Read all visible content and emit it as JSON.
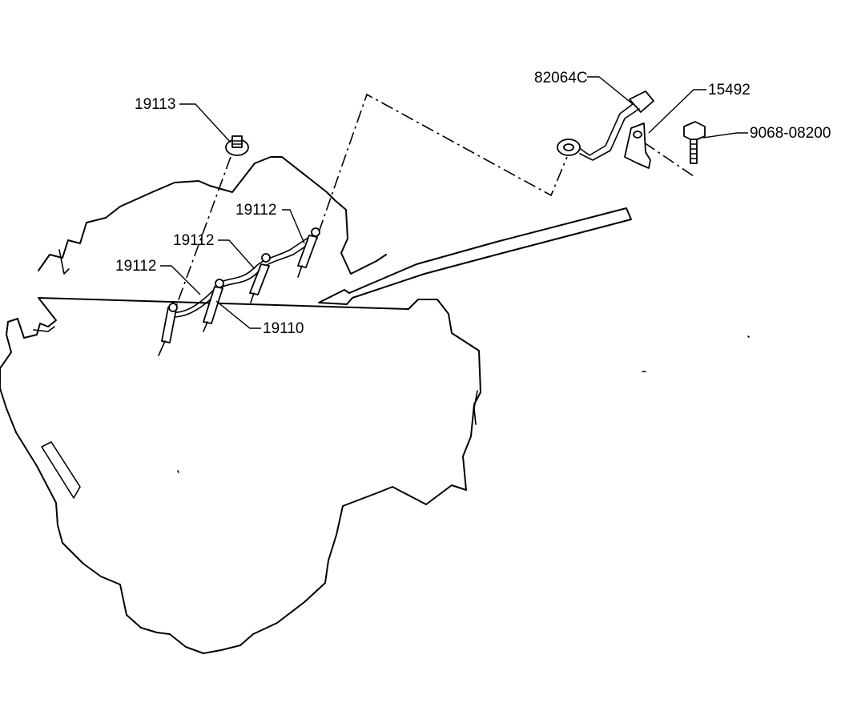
{
  "labels": {
    "harness_clamp": "82064C",
    "bracket": "15492",
    "bolt": "9068-08200",
    "nut": "19113",
    "plug_wire_rear": "19112",
    "plug_wire_mid": "19112",
    "plug_wire_front": "19112",
    "glow_plug": "19110"
  }
}
